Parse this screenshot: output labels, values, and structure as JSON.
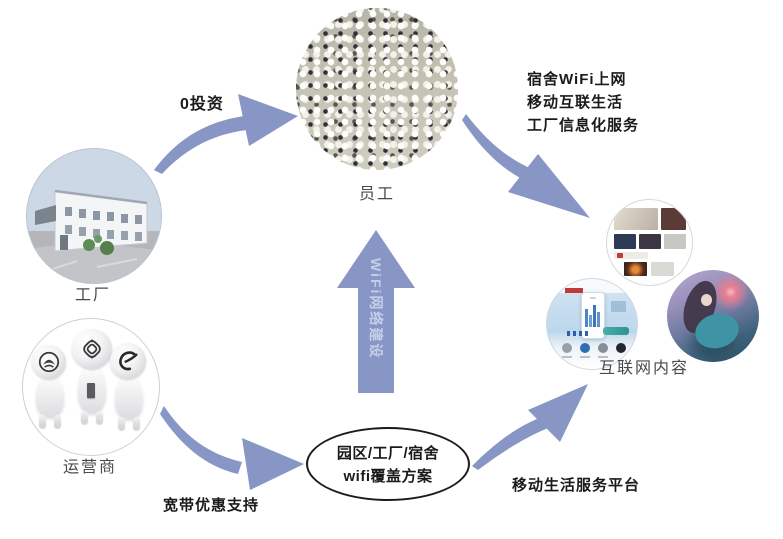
{
  "diagram": {
    "title_implicit": "",
    "nodes": {
      "factory": {
        "caption": "工厂"
      },
      "staff": {
        "caption": "员工"
      },
      "operators": {
        "caption": "运营商",
        "logos": [
          "china-mobile",
          "china-unicom",
          "china-telecom"
        ]
      },
      "internet_content": {
        "caption": "互联网内容",
        "thumbnails": [
          "video-site",
          "mobile-app-site",
          "game-art"
        ]
      },
      "wifi_plan_oval": {
        "line1": "园区/工厂/宿舍",
        "line2": "wifi覆盖方案"
      }
    },
    "edges": {
      "zero_investment": {
        "label": "0投资",
        "from": "工厂",
        "to": "员工"
      },
      "services": {
        "lines": [
          "宿舍WiFi上网",
          "移动互联生活",
          "工厂信息化服务"
        ],
        "from": "员工",
        "to": "互联网内容"
      },
      "wifi_network_build": {
        "label": "WiFi网络建设",
        "from": "wifi覆盖方案",
        "to": "员工"
      },
      "broadband_support": {
        "label": "宽带优惠支持",
        "from": "运营商",
        "to": "wifi覆盖方案"
      },
      "mobile_life_platform": {
        "label": "移动生活服务平台",
        "from": "wifi覆盖方案",
        "to": "互联网内容"
      }
    },
    "colors": {
      "arrow": "#8896c5",
      "arrow_text": "#c7cfe7",
      "caption_text": "#4a4a4a",
      "label_text": "#1a1a1a",
      "oval_border": "#1a1a1a"
    }
  }
}
